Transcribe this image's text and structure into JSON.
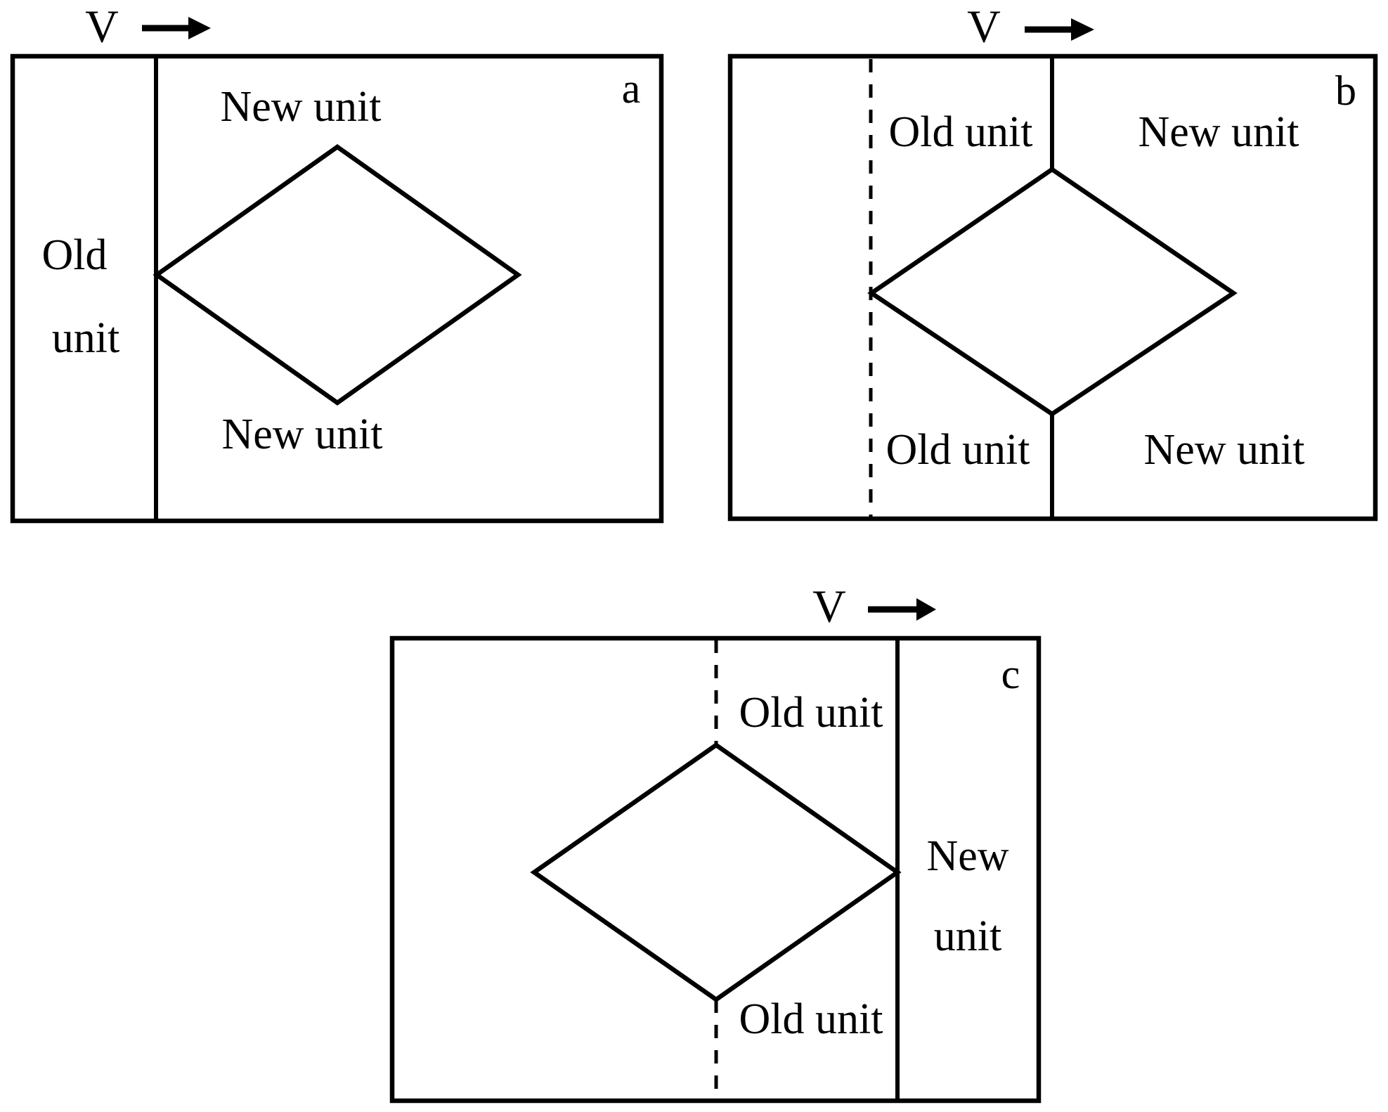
{
  "colors": {
    "ink": "#000000",
    "background": "#ffffff"
  },
  "figure": {
    "description_terms": {
      "old_unit": "Old unit",
      "new_unit": "New unit",
      "velocity": "V"
    },
    "panels": [
      {
        "letter": "a",
        "velocity_label": "V",
        "old_unit_line1": "Old",
        "old_unit_line2": "unit",
        "new_unit_top": "New unit",
        "new_unit_bottom": "New unit"
      },
      {
        "letter": "b",
        "velocity_label": "V",
        "old_unit_top": "Old unit",
        "new_unit_top": "New unit",
        "old_unit_bottom": "Old unit",
        "new_unit_bottom": "New unit"
      },
      {
        "letter": "c",
        "velocity_label": "V",
        "old_unit_top": "Old unit",
        "new_unit_line1": "New",
        "new_unit_line2": "unit",
        "old_unit_bottom": "Old unit"
      }
    ]
  }
}
